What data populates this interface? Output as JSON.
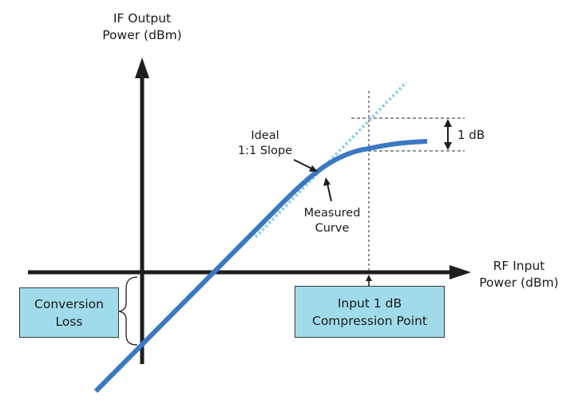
{
  "diagram": {
    "title": "Mixer 1 dB Compression Point",
    "y_axis_label": [
      "IF Output",
      "Power (dBm)"
    ],
    "x_axis_label": [
      "RF Input",
      "Power (dBm)"
    ],
    "ideal_label": [
      "Ideal",
      "1:1 Slope"
    ],
    "measured_label": [
      "Measured",
      "Curve"
    ],
    "compression_delta_label": "1 dB",
    "conversion_loss_box": [
      "Conversion",
      "Loss"
    ],
    "compression_point_box": [
      "Input 1 dB",
      "Compression Point"
    ]
  },
  "colors": {
    "measured_curve": "#3b78c2",
    "ideal_line": "#8fd3ea",
    "axis": "#1e1e1e",
    "box_fill": "#a0dbec",
    "dashed": "#555555"
  }
}
